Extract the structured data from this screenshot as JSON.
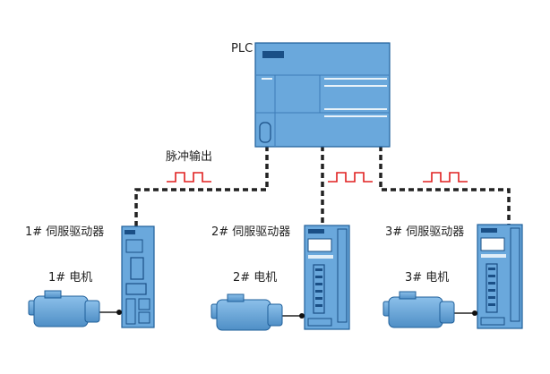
{
  "plc": {
    "label": "PLC"
  },
  "signal": {
    "label": "脉冲输出"
  },
  "drives": [
    {
      "label": "1# 伺服驱动器",
      "motor_label": "1# 电机"
    },
    {
      "label": "2# 伺服驱动器",
      "motor_label": "2# 电机"
    },
    {
      "label": "3# 伺服驱动器",
      "motor_label": "3# 电机"
    }
  ],
  "colors": {
    "device_fill": "#6aa8dc",
    "device_stroke": "#1f5f9a",
    "device_dark": "#1a4f86",
    "pulse": "#e02020",
    "cable": "#222222"
  }
}
